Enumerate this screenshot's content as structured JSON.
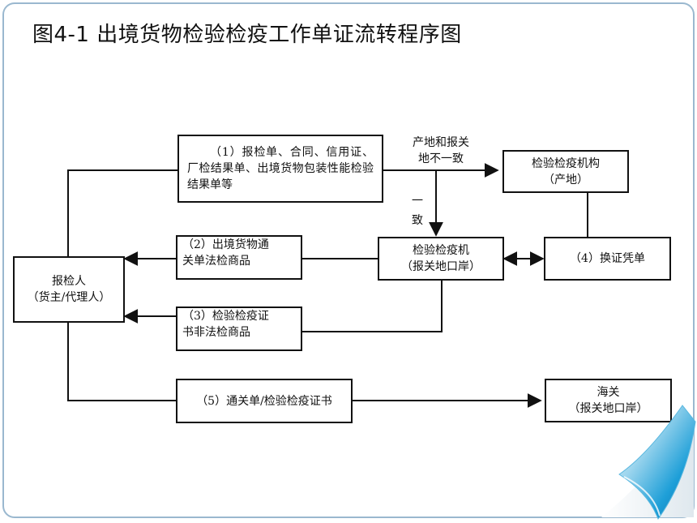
{
  "title": "图4-1  出境货物检验检疫工作单证流转程序图",
  "nodes": {
    "applicant": {
      "line1": "报检人",
      "line2": "（货主/代理人）"
    },
    "doc1": {
      "text": "（1）报检单、合同、信用证、厂检结果单、出境货物包装性能检验结果单等"
    },
    "origin_agency": {
      "line1": "检验检疫机构",
      "line2": "（产地）"
    },
    "port_agency": {
      "line1": "检验检疫机",
      "line2": "（报关地口岸）"
    },
    "doc2": {
      "line1": "（2）出境货物通",
      "line2": "关单法检商品"
    },
    "doc3": {
      "line1": "（3）检验检疫证",
      "line2": "书非法检商品"
    },
    "doc4": {
      "text": "（4）换证凭单"
    },
    "doc5": {
      "text": "（5）通关单/检验检疫证书"
    },
    "customs": {
      "line1": "海关",
      "line2": "（报关地口岸）"
    }
  },
  "edge_labels": {
    "mismatch_line1": "产地和报关",
    "mismatch_line2": "地不一致",
    "match_line1": "一",
    "match_line2": "致"
  }
}
